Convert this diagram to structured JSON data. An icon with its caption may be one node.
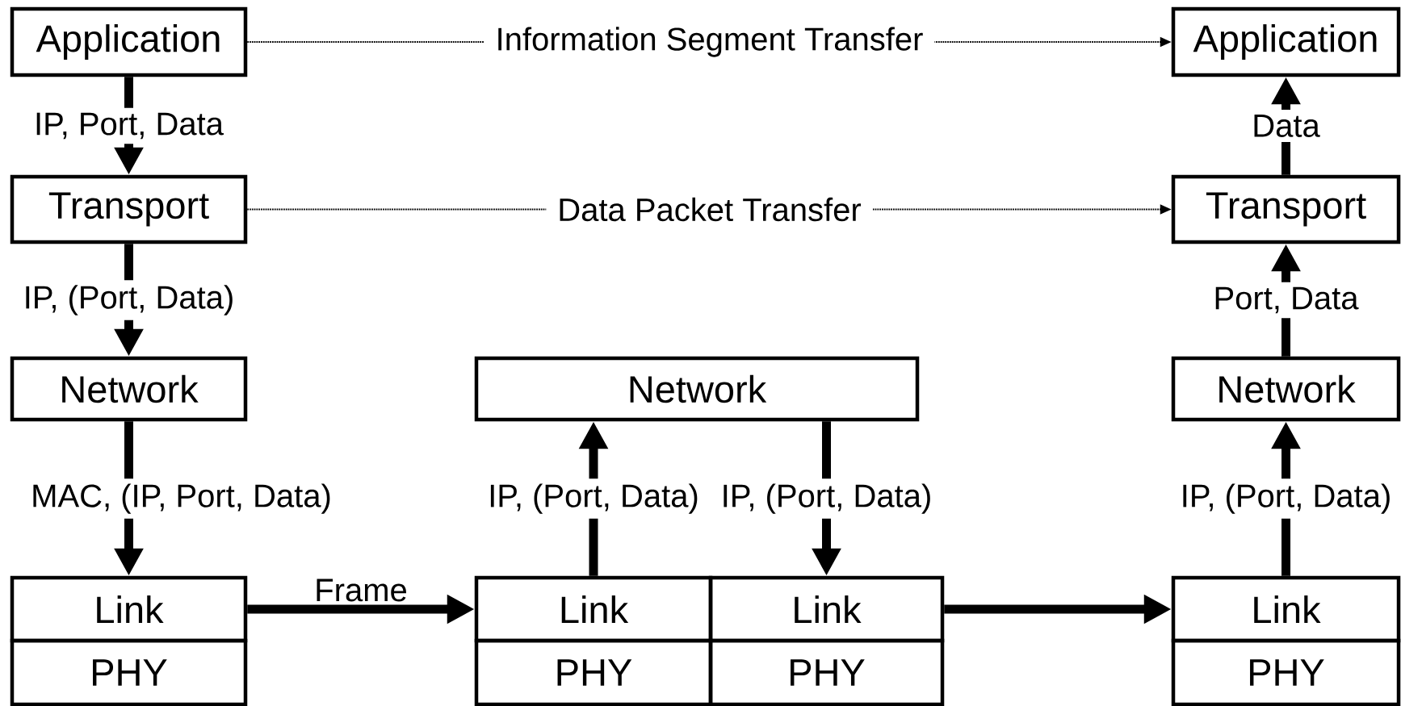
{
  "diagram": {
    "nodes": [
      {
        "text": [
          "Application"
        ]
      },
      {
        "text": [
          "Transport"
        ]
      },
      {
        "text": [
          "Network"
        ]
      },
      {
        "text": [
          "Link"
        ]
      },
      {
        "text": [
          "PHY"
        ]
      },
      {
        "text": [
          "Network"
        ]
      },
      {
        "text": [
          "Link"
        ]
      },
      {
        "text": [
          "PHY"
        ]
      },
      {
        "text": [
          "Link"
        ]
      },
      {
        "text": [
          "PHY"
        ]
      },
      {
        "text": [
          "Application"
        ]
      },
      {
        "text": [
          "Transport"
        ]
      },
      {
        "text": [
          "Network"
        ]
      },
      {
        "text": [
          "Link"
        ]
      },
      {
        "text": [
          "PHY"
        ]
      }
    ],
    "edges": [
      {
        "from": 0,
        "to": 1,
        "arrow": "to",
        "label": "IP, Port, Data"
      },
      {
        "from": 1,
        "to": 2,
        "arrow": "to",
        "label": "IP, (Port, Data)"
      },
      {
        "from": 2,
        "to": 3,
        "arrow": "to",
        "label": "MAC, (IP, Port, Data)"
      },
      {
        "from": 3,
        "to": 6,
        "arrow": "to",
        "label": "Frame"
      },
      {
        "from": 6,
        "to": 5,
        "arrow": "to",
        "label": "IP, (Port, Data)"
      },
      {
        "from": 5,
        "to": 8,
        "arrow": "to",
        "label": "IP, (Port, Data)"
      },
      {
        "from": 8,
        "to": 13,
        "arrow": "to"
      },
      {
        "from": 13,
        "to": 12,
        "arrow": "to",
        "label": "IP, (Port, Data)"
      },
      {
        "from": 12,
        "to": 11,
        "arrow": "to",
        "label": "Port, Data"
      },
      {
        "from": 11,
        "to": 10,
        "arrow": "to",
        "label": "Data"
      },
      {
        "from": 0,
        "to": 10,
        "arrow": "to",
        "label": "Information Segment Transfer",
        "style": "dashed"
      },
      {
        "from": 1,
        "to": 11,
        "arrow": "to",
        "label": "Data Packet Transfer",
        "style": "dashed"
      }
    ]
  }
}
